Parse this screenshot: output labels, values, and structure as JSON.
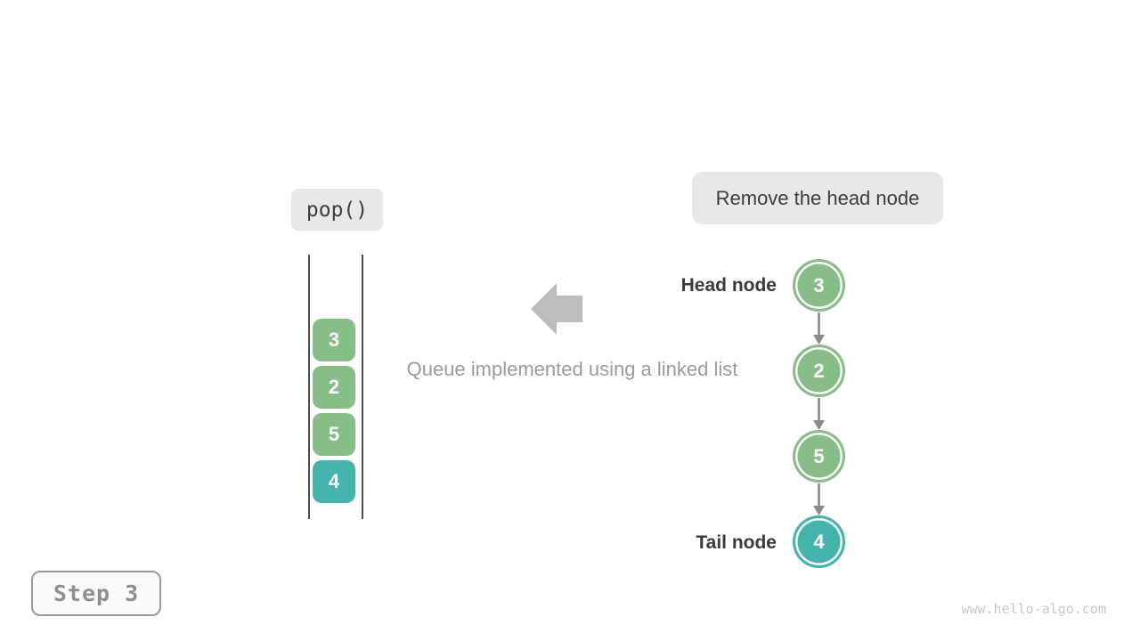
{
  "colors": {
    "green": "#87bd87",
    "teal": "#45b4ac",
    "arrow_gray": "#bdbdbd",
    "connector_gray": "#8b8b8b"
  },
  "labels": {
    "operation": "pop()",
    "annotation": "Remove the head node",
    "caption": "Queue implemented using a linked list",
    "head": "Head node",
    "tail": "Tail node",
    "step": "Step 3",
    "watermark": "www.hello-algo.com"
  },
  "queue_array": {
    "items": [
      {
        "value": "3",
        "color": "green"
      },
      {
        "value": "2",
        "color": "green"
      },
      {
        "value": "5",
        "color": "green"
      },
      {
        "value": "4",
        "color": "teal"
      }
    ]
  },
  "linked_list": {
    "nodes": [
      {
        "value": "3",
        "color": "green",
        "role": "head"
      },
      {
        "value": "2",
        "color": "green",
        "role": ""
      },
      {
        "value": "5",
        "color": "green",
        "role": ""
      },
      {
        "value": "4",
        "color": "teal",
        "role": "tail"
      }
    ]
  }
}
